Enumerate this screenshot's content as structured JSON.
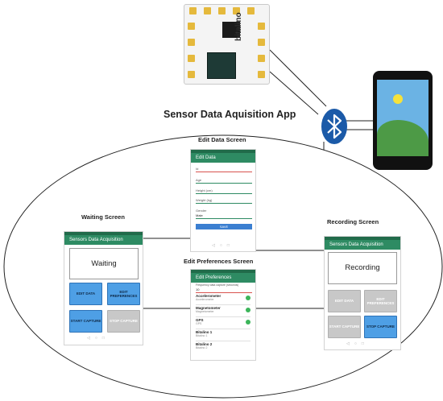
{
  "title": "Sensor Data Aquisition App",
  "board": {
    "brand": "bitalino"
  },
  "icons": {
    "bluetooth": "bluetooth-icon",
    "phone": "smartphone-icon",
    "board": "bitalino-board-icon"
  },
  "colors": {
    "bluetooth": "#1b5aa8",
    "toolbar": "#2e8b63",
    "button_active": "#4e9fe5",
    "button_disabled": "#c8c8c8"
  },
  "screens": {
    "edit_data": {
      "caption": "Edit Data Screen",
      "toolbar": "Edit Data",
      "fields": [
        "Id",
        "Age",
        "Height (cm)",
        "Weight (kg)",
        "Gender"
      ],
      "select_value": "Male",
      "save": "SAVE"
    },
    "waiting": {
      "caption": "Waiting Screen",
      "toolbar": "Sensors Data Acquisition",
      "status": "Waiting",
      "buttons": [
        "EDIT DATA",
        "EDIT PREFERENCES",
        "START CAPTURE",
        "STOP CAPTURE"
      ]
    },
    "recording": {
      "caption": "Recording Screen",
      "toolbar": "Sensors Data Acquisition",
      "status": "Recording",
      "buttons": [
        "EDIT DATA",
        "EDIT PREFERENCES",
        "START CAPTURE",
        "STOP CAPTURE"
      ]
    },
    "edit_preferences": {
      "caption": "Edit Preferences Screen",
      "toolbar": "Edit Preferences",
      "frequency_label": "Frequency data capture (seconds)",
      "frequency_value": "10",
      "items": [
        {
          "name": "Accelerometer",
          "sub": "Accelerometer",
          "checked": true
        },
        {
          "name": "Magnetometer",
          "sub": "Magnetometer",
          "checked": true
        },
        {
          "name": "GPS",
          "sub": "GPS",
          "checked": true
        },
        {
          "name": "Bitalino 1",
          "sub": "Bitalino 1",
          "checked": false
        },
        {
          "name": "Bitalino 2",
          "sub": "Bitalino 2",
          "checked": false
        }
      ]
    }
  }
}
